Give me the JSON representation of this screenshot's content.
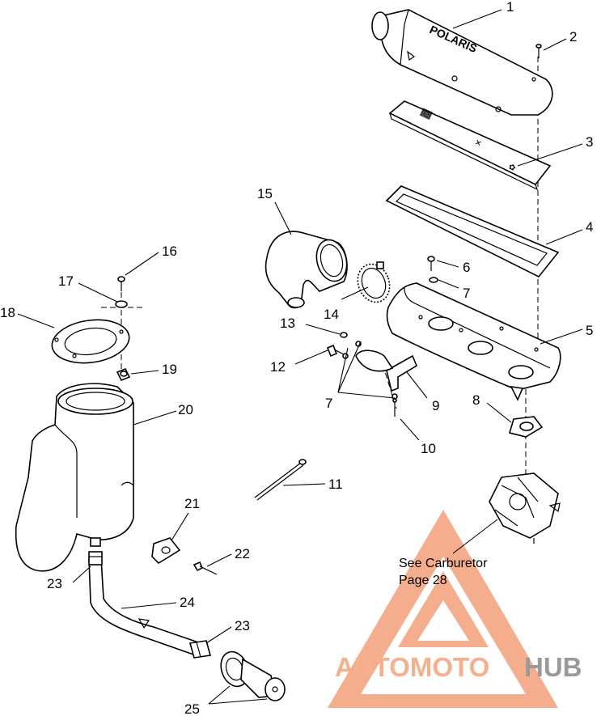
{
  "diagram": {
    "callouts": {
      "p1": "1",
      "p2": "2",
      "p3": "3",
      "p4": "4",
      "p5": "5",
      "p6": "6",
      "p7a": "7",
      "p7b": "7",
      "p8": "8",
      "p9": "9",
      "p10": "10",
      "p11": "11",
      "p12": "12",
      "p13": "13",
      "p14": "14",
      "p15": "15",
      "p16": "16",
      "p17": "17",
      "p18": "18",
      "p19": "19",
      "p20": "20",
      "p21": "21",
      "p22": "22",
      "p23a": "23",
      "p23b": "23",
      "p24": "24",
      "p25": "25"
    },
    "lid_brand": "POLARIS",
    "note_line1": "See Carburetor",
    "note_line2": "Page 28"
  },
  "watermark": {
    "text_orange": "AUTOMOTO",
    "text_gray": "HUB",
    "color_orange": "#f5b08e",
    "color_gray": "#9a9a9a",
    "color_triangle": "#f3a07a"
  }
}
